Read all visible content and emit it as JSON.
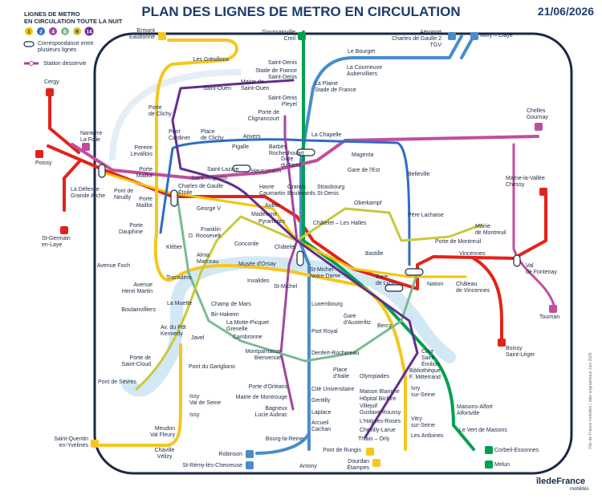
{
  "header": {
    "title": "PLAN DES LIGNES DE METRO EN CIRCULATION",
    "date": "21/06/2026"
  },
  "legend": {
    "heading_line1": "LIGNES DE METRO",
    "heading_line2": "EN CIRCULATION TOUTE LA NUIT",
    "lines": [
      "1",
      "2",
      "4",
      "6",
      "9",
      "14"
    ],
    "correspondance_line1": "Correspondance entre",
    "correspondance_line2": "plusieurs lignes",
    "station": "Station desservie"
  },
  "colors": {
    "line_1": "#f5c400",
    "line_2": "#2e6dc6",
    "line_4": "#a0479e",
    "line_6": "#79bb92",
    "line_9": "#c9c83a",
    "line_14": "#662c91",
    "rer_a": "#e2231a",
    "rer_b": "#4a8ccb",
    "rer_c": "#f6c61e",
    "rer_d": "#00a050",
    "rer_e": "#c04e9e",
    "seine": "#cfe6f4",
    "frame": "#1b2a44"
  },
  "stations": {
    "ermont": "Ermont\nEaubonne",
    "goussainville": "Goussainville\nCreil",
    "aeroport": "Aéroport\nCharles de Gaulle 2\nTGV",
    "mitry": "Mitry – Claye",
    "le_bourget": "Le Bourget",
    "la_courneuve": "La Courneuve\nAubervilliers",
    "la_plaine": "La Plaine\nStade de France",
    "saint_denis": "Saint-Denis",
    "stade_de_france": "Stade de France\nSaint-Denis",
    "les_gresillons": "Les Grésillons",
    "saint_ouen": "Saint-Ouen",
    "mairie_saint_ouen": "Mairie de\nSaint-Ouen",
    "saint_denis_pleyel": "Saint-Denis\nPleyel",
    "porte_clignancourt": "Porte de\nClignancourt",
    "cergy": "Cergy",
    "poissy": "Poissy",
    "nanterre": "Nanterre\nLa Folie",
    "la_defense": "La Défense\nGrande Arche",
    "st_germain": "St-Germain\nen-Laye",
    "porte_clichy": "Porte\nde Clichy",
    "pont_cardinet": "Pont\nCardinet",
    "place_clichy": "Place\nde Clichy",
    "pereire": "Pereire\nLevallois",
    "porte_maillot": "Porte\nMaillot",
    "pont_neuilly": "Pont de\nNeuilly",
    "porte_maillot2": "Porte\nMaillot",
    "porte_dauphine": "Porte\nDauphine",
    "pigalle": "Pigalle",
    "anvers": "Anvers",
    "barbes": "Barbès\nRochechouart",
    "gare_du_nord": "Gare\ndu Nord",
    "la_chapelle": "La Chapelle",
    "magenta": "Magenta",
    "chelles": "Chelles\nGournay",
    "saint_lazare": "Saint-Lazare",
    "haussmann": "Haussmann",
    "saint_augustin": "Saint-Augustin",
    "charles_de_gaulle_etoile": "Charles de Gaulle\nÉtoile",
    "havre": "Havre\nCaumartin",
    "grands_boulevards": "Grands\nBoulevards",
    "strasbourg": "Strasbourg\nSt-Denis",
    "gare_de_lest": "Gare de l'Est",
    "belleville": "Belleville",
    "marne": "Marne-la-Vallée\nChessy",
    "george_v": "George V",
    "auber": "Auber",
    "madeleine": "Madeleine",
    "pyramides": "Pyramides",
    "oberkampf": "Oberkampf",
    "pere_lachaise": "Père Lachaise",
    "franklin": "Franklin\nD. Roosevelt",
    "concorde": "Concorde",
    "chatelet_les_halles": "Châtelet – Les Halles",
    "chatelet": "Châtelet",
    "mairie_montreuil": "Mairie\nde Montreuil",
    "porte_montreuil": "Porte de Montreuil",
    "kleber": "Kléber",
    "alma": "Alma\nMarceau",
    "bastille": "Bastille",
    "vincennes": "Vincennes",
    "val_de_fontenay": "Val\nde Fontenay",
    "avenue_foch": "Avenue Foch",
    "trocadero": "Trocadéro",
    "musee_orsay": "Musée d'Orsay",
    "invalides": "Invalides",
    "st_michel_nd": "St-Michel\nNotre-Dame",
    "st_michel": "St-Michel",
    "gare_de_lyon": "Gare\nde Lyon",
    "nation": "Nation",
    "chateau_vincennes": "Château\nde Vincennes",
    "avenue_henri_martin": "Avenue\nHenri Martin",
    "boulainvilliers": "Boulainvilliers",
    "la_muette": "La Muette",
    "champ_de_mars": "Champ de Mars",
    "bir_hakeim": "Bir-Hakeim",
    "luxembourg": "Luxembourg",
    "gare_austerlitz": "Gare\nd'Austerlitz",
    "bercy": "Bercy",
    "tournan": "Tournan",
    "av_du_pdt_kennedy": "Av. du Pdt\nKennedy",
    "javel": "Javel",
    "la_motte_picquet": "La Motte-Picquet\nGrenelle",
    "cambronne": "Cambronne",
    "port_royal": "Port Royal",
    "boissy": "Boissy\nSaint-Léger",
    "porte_saint_cloud": "Porte de\nSaint-Cloud",
    "montparnasse": "Montparnasse\nBienvenüe",
    "denfert": "Denfert-Rochereau",
    "cour_saint_emilion": "Cour\nSaint\nÉmilion",
    "place_italie": "Place\nd'Italie",
    "bibliotheque": "Bibliothèque\nF. Mitterrand",
    "pont_garigliano": "Pont du Garigliano",
    "olympiades": "Olympiades",
    "pont_sevres": "Pont de Sèvres",
    "porte_orleans": "Porte d'Orléans",
    "cite_universitaire": "Cité Universitaire",
    "maison_blanche": "Maison Blanche",
    "hopital_bicetre": "Hôpital Bicêtre",
    "mairie_montrouge": "Mairie de Montrouge",
    "gentilly": "Gentilly",
    "villejuif": "Villejuif\nGustave Roussy",
    "ivry": "Ivry\nsur-Seine",
    "maisons_alfort": "Maisons-Alfort\nAlfortville",
    "issy_val": "Issy\nVal de Seine",
    "bagneux": "Bagneux\nLucie Aubrac",
    "laplace": "Laplace",
    "hay_les_roses": "L'Haÿ-les-Roses",
    "vitry": "Vitry\nsur-Seine",
    "issy": "Issy",
    "arcueil": "Arcueil\nCachan",
    "chevilly": "Chevilly-Larue",
    "les_ardoines": "Les Ardoines",
    "le_vert": "Le Vert de Maisons",
    "meudon": "Meudon\nVal Fleury",
    "bourg_la_reine": "Bourg-la-Reine",
    "thiais": "Thiais – Orly",
    "saint_quentin": "Saint-Quentin\nen-Yvelines",
    "chaville": "Chaville\nVélizy",
    "pont_rungis": "Pont de Rungis",
    "corbeil": "Corbeil-Essonnes",
    "robinson": "Robinson",
    "dourdan": "Dourdan\nÉtampes",
    "st_remy": "St-Rémy-lès-Chevreuse",
    "antony": "Antony",
    "melun": "Melun"
  },
  "footer": {
    "brand": "îledeFrance",
    "brand_sub": "mobilités",
    "credit": "©île-de-France mobilités / idée artgraphique Juin 2026"
  }
}
